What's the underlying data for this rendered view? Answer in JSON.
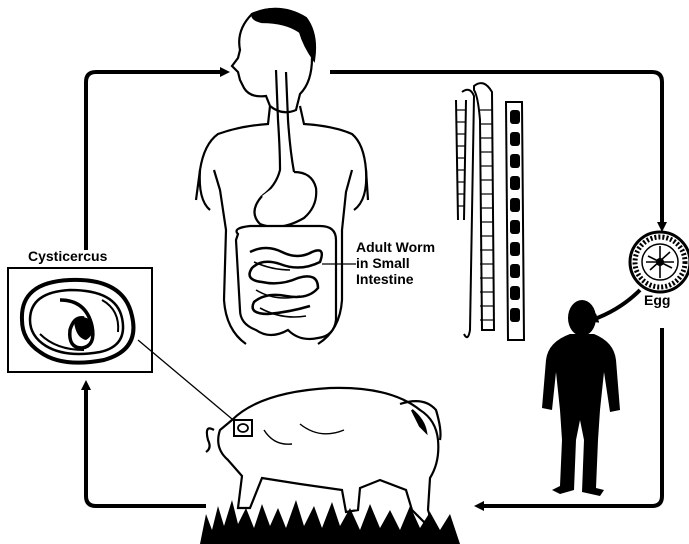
{
  "labels": {
    "cysticercus": "Cysticercus",
    "adult_worm_line1": "Adult Worm",
    "adult_worm_line2": "in Small",
    "adult_worm_line3": "Intestine",
    "egg": "Egg"
  },
  "colors": {
    "ink": "#000000",
    "paper": "#ffffff"
  },
  "icons": {
    "human-with-intestine": "human-with-intestine-icon",
    "tapeworm-strips": "tapeworm-segments-icon",
    "egg": "egg-icon",
    "human-silhouette": "human-silhouette-icon",
    "pig": "pig-icon",
    "cysticercus": "cysticercus-icon"
  }
}
